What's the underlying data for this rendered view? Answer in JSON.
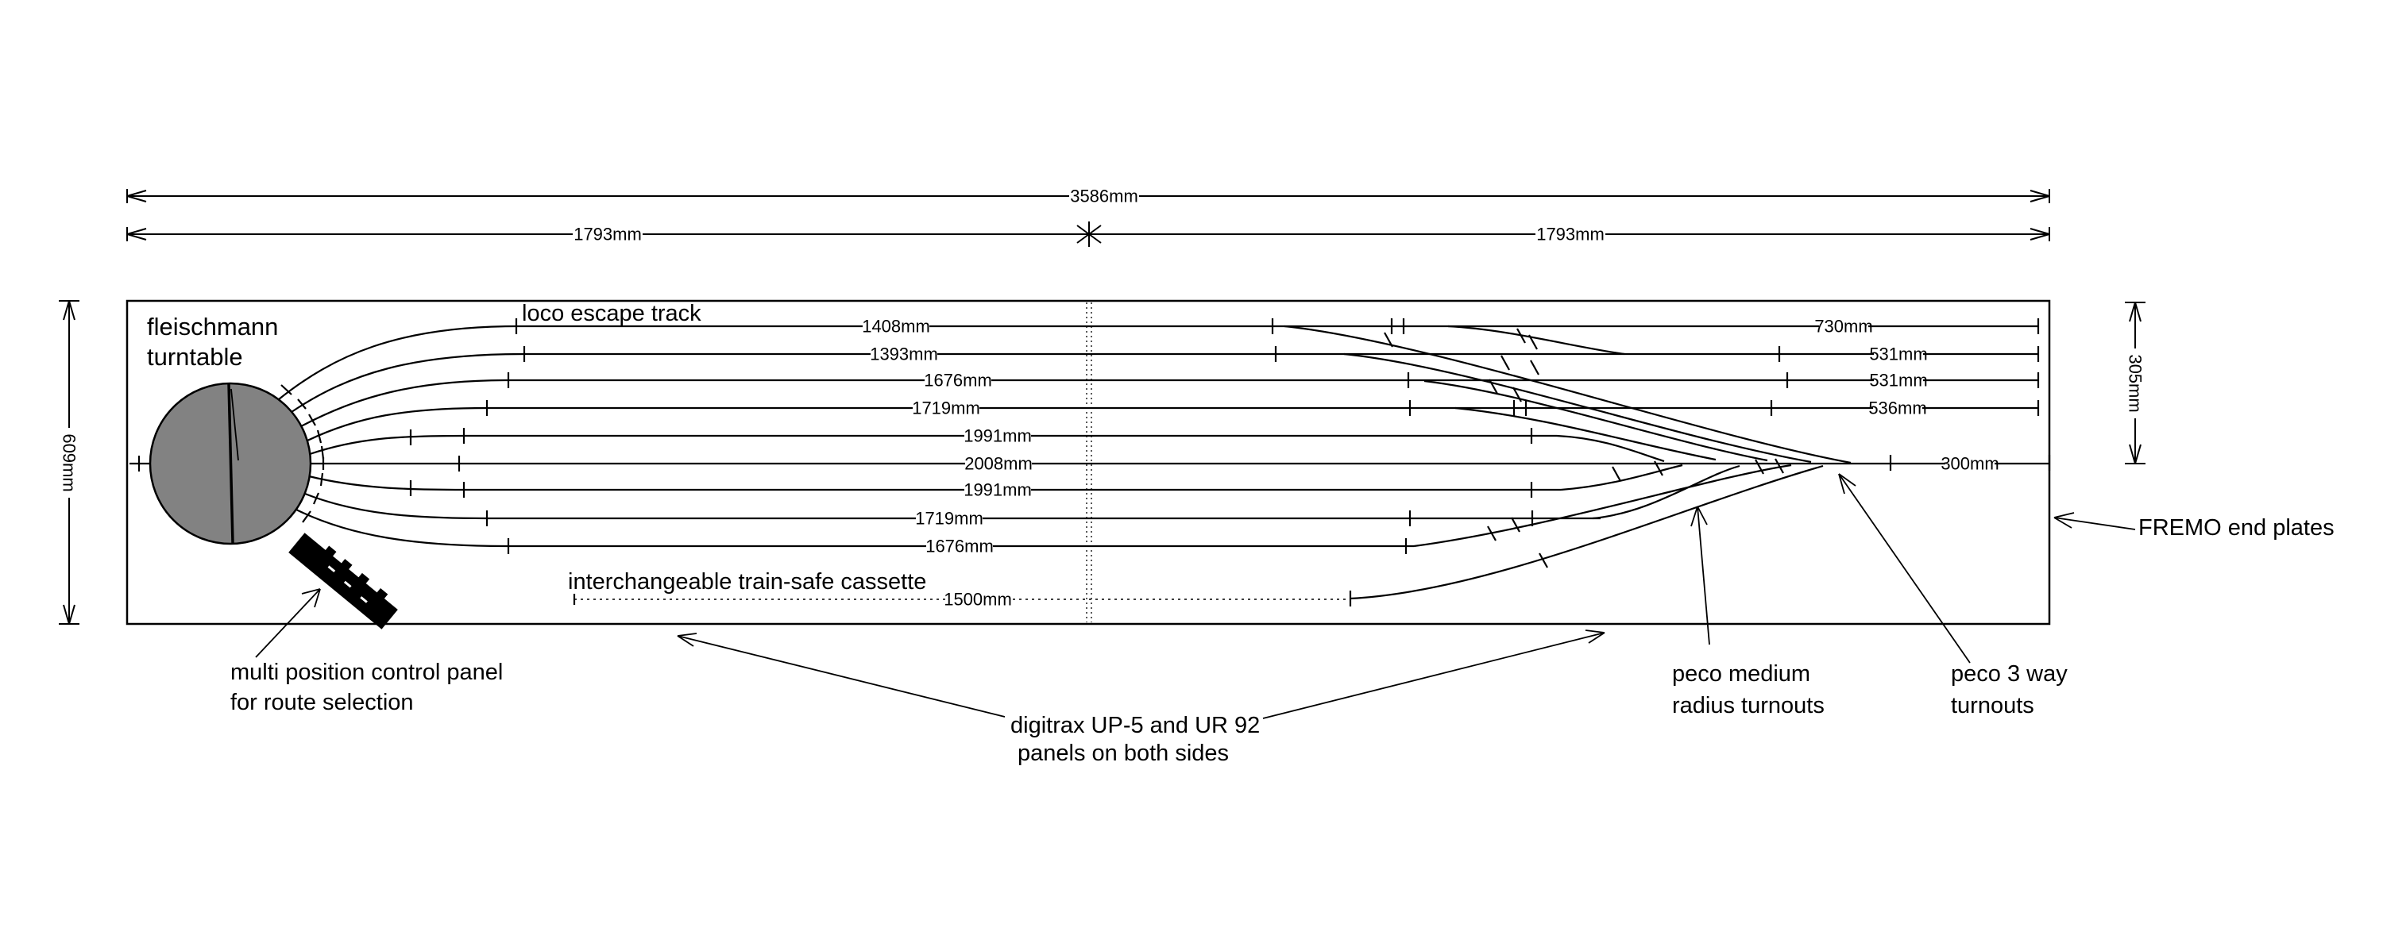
{
  "dimensions": {
    "total_width": "3586mm",
    "left_half": "1793mm",
    "right_half": "1793mm",
    "board_height": "609mm",
    "right_height": "305mm"
  },
  "turntable": {
    "label_line1": "fleischmann",
    "label_line2": "turntable"
  },
  "tracks": {
    "loco_escape_label": "loco escape track",
    "lengths": [
      "1408mm",
      "1393mm",
      "1676mm",
      "1719mm",
      "1991mm",
      "2008mm",
      "1991mm",
      "1719mm",
      "1676mm"
    ],
    "right_stub_lengths": [
      "730mm",
      "531mm",
      "531mm",
      "536mm"
    ],
    "center_right_length": "300mm",
    "cassette_label": "interchangeable train-safe cassette",
    "cassette_length": "1500mm"
  },
  "annotations": {
    "control_panel_line1": "multi position control panel",
    "control_panel_line2": "for route selection",
    "digitrax_line1": "digitrax UP-5 and UR 92",
    "digitrax_line2": "panels on both sides",
    "peco_medium_line1": "peco medium",
    "peco_medium_line2": "radius turnouts",
    "peco_3way_line1": "peco 3 way",
    "peco_3way_line2": "turnouts",
    "fremo": "FREMO end plates"
  },
  "colors": {
    "line": "#000000",
    "turntable_fill": "#828282",
    "background": "#ffffff"
  }
}
